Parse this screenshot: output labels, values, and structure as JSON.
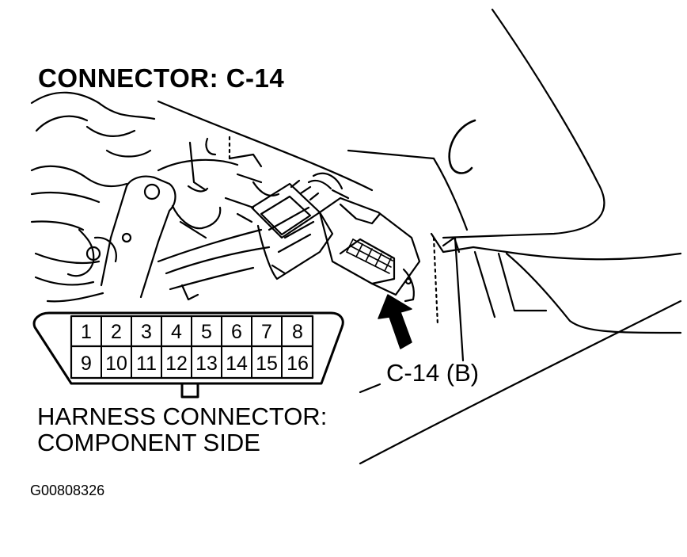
{
  "title": "CONNECTOR: C-14",
  "callout": "C-14 (B)",
  "connector_label": {
    "line1": "HARNESS CONNECTOR:",
    "line2": "COMPONENT SIDE"
  },
  "pins": {
    "top_row": [
      "1",
      "2",
      "3",
      "4",
      "5",
      "6",
      "7",
      "8"
    ],
    "bottom_row": [
      "9",
      "10",
      "11",
      "12",
      "13",
      "14",
      "15",
      "16"
    ]
  },
  "figure_id": "G00808326",
  "colors": {
    "ink": "#000000",
    "paper": "#ffffff"
  }
}
